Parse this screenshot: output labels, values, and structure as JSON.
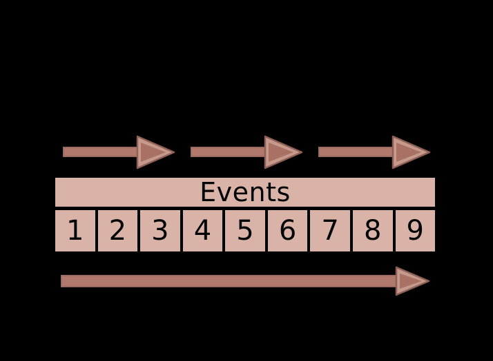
{
  "diagram": {
    "background_color": "#000000",
    "table": {
      "header_label": "Events",
      "cells": [
        "1",
        "2",
        "3",
        "4",
        "5",
        "6",
        "7",
        "8",
        "9"
      ],
      "cell_fill_color": "#d9b3a7",
      "text_color": "#000000"
    },
    "arrows": {
      "top_arrow_count": 3,
      "top_arrows": [
        {
          "name": "step-arrow-1",
          "direction": "right"
        },
        {
          "name": "step-arrow-2",
          "direction": "right"
        },
        {
          "name": "step-arrow-3",
          "direction": "right"
        }
      ],
      "bottom_arrow": {
        "name": "timeline-arrow",
        "direction": "right"
      },
      "shaft_fill_color": "#b1796d",
      "shaft_border_color": "#9c6b60",
      "head_outline_color": "#8f6156",
      "head_light_color": "#c59a8c",
      "head_dark_color": "#a87164"
    }
  }
}
